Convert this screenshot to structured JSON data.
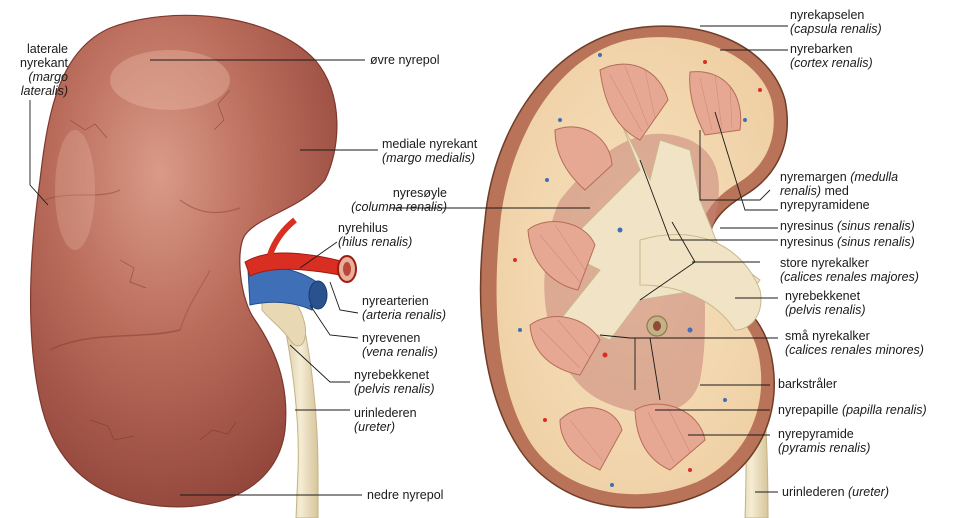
{
  "labels": {
    "margo_lateralis": {
      "l1": "laterale",
      "l2": "nyrekant",
      "l3": "(margo",
      "l4": "lateralis)"
    },
    "ovre_nyrepol": {
      "l1": "øvre nyrepol"
    },
    "mediale_nyrekant": {
      "l1": "mediale nyrekant",
      "l2": "(margo medialis)"
    },
    "nyresoyle": {
      "l1": "nyresøyle",
      "l2": "(columna renalis)"
    },
    "nyrehilus": {
      "l1": "nyrehilus",
      "l2": "(hilus renalis)"
    },
    "nyrearterien": {
      "l1": "nyrearterien",
      "l2": "(arteria renalis)"
    },
    "nyrevenen": {
      "l1": "nyrevenen",
      "l2": "(vena renalis)"
    },
    "nyrebekkenet_left": {
      "l1": "nyrebekkenet",
      "l2": "(pelvis renalis)"
    },
    "urinlederen_left": {
      "l1": "urinlederen",
      "l2": "(ureter)"
    },
    "nedre_nyrepol": {
      "l1": "nedre nyrepol"
    },
    "nyrekapselen": {
      "l1": "nyrekapselen",
      "l2": "(capsula renalis)"
    },
    "nyrebarken": {
      "l1": "nyrebarken",
      "l2": "(cortex renalis)"
    },
    "nyremargen": {
      "l1a": "nyremargen ",
      "l1b": "(medulla",
      "l2a": "renalis)",
      "l2b": " med",
      "l3": "nyrepyramidene"
    },
    "nyresinus_1": {
      "a": "nyresinus ",
      "b": "(sinus renalis)"
    },
    "nyresinus_2": {
      "a": "nyresinus ",
      "b": "(sinus renalis)"
    },
    "store_nyrekalker": {
      "l1": "store nyrekalker",
      "l2": "(calices renales majores)"
    },
    "nyrebekkenet_right": {
      "l1": "nyrebekkenet",
      "l2": "(pelvis renalis)"
    },
    "sma_nyrekalker": {
      "l1": "små nyrekalker",
      "l2": "(calices renales minores)"
    },
    "barkstraler": {
      "l1": "barkstråler"
    },
    "nyrepapille": {
      "a": "nyrepapille ",
      "b": "(papilla renalis)"
    },
    "nyrepyramide": {
      "l1": "nyrepyramide",
      "l2": "(pyramis renalis)"
    },
    "urinlederen_right": {
      "a": "urinlederen ",
      "b": "(ureter)"
    }
  },
  "colors": {
    "kidney_surface": "#b9695a",
    "kidney_shadow": "#8f4438",
    "capsule": "#b87358",
    "cortex": "#f3d9b2",
    "pyramid": "#e7a893",
    "sinus": "#c98478",
    "pelvis": "#f1e4c6",
    "artery": "#d92e22",
    "vein": "#3e6fb7",
    "ureter": "#ece0c1",
    "leader": "#1a1a1a"
  }
}
